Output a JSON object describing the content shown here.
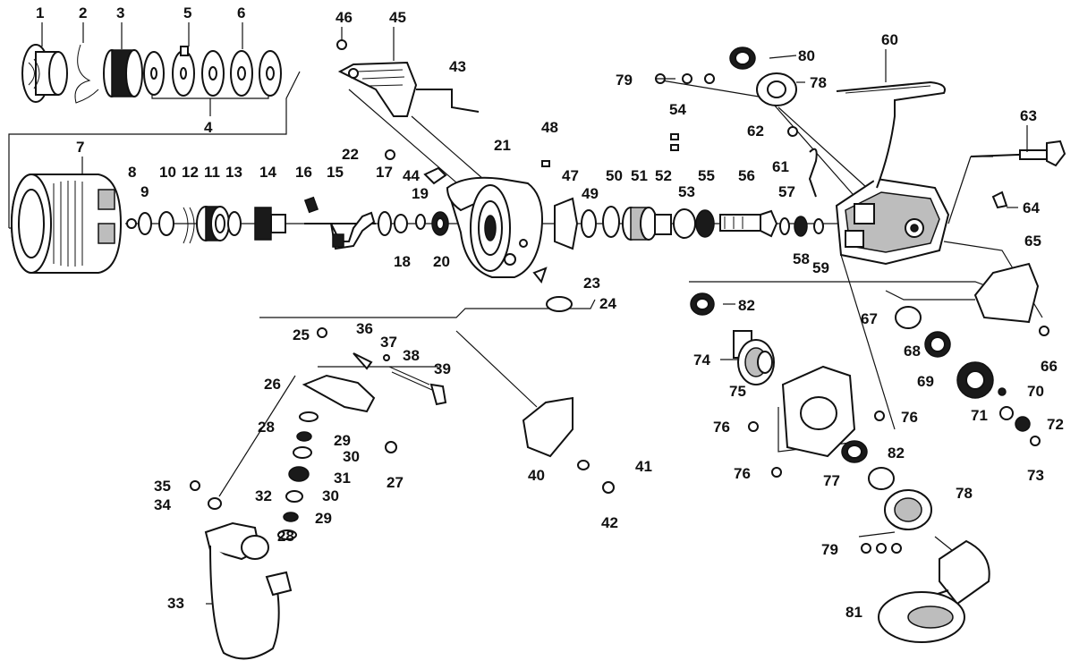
{
  "diagram": {
    "part_numbers": [
      "1",
      "2",
      "3",
      "4",
      "5",
      "6",
      "7",
      "8",
      "9",
      "10",
      "11",
      "12",
      "13",
      "14",
      "15",
      "16",
      "17",
      "18",
      "19",
      "20",
      "21",
      "22",
      "23",
      "24",
      "25",
      "26",
      "27",
      "28",
      "29",
      "30",
      "31",
      "32",
      "33",
      "34",
      "35",
      "36",
      "37",
      "38",
      "39",
      "40",
      "41",
      "42",
      "43",
      "44",
      "45",
      "46",
      "47",
      "48",
      "49",
      "50",
      "51",
      "52",
      "53",
      "54",
      "55",
      "56",
      "57",
      "58",
      "59",
      "60",
      "61",
      "62",
      "63",
      "64",
      "65",
      "66",
      "67",
      "68",
      "69",
      "70",
      "71",
      "72",
      "73",
      "74",
      "75",
      "76",
      "77",
      "78",
      "79",
      "80",
      "81",
      "82"
    ],
    "duplicate_labels": [
      "28",
      "29",
      "30",
      "76",
      "78",
      "79",
      "82"
    ],
    "colors": {
      "ink": "#111111",
      "paper": "#ffffff",
      "shade": "#bdbdbd"
    }
  }
}
